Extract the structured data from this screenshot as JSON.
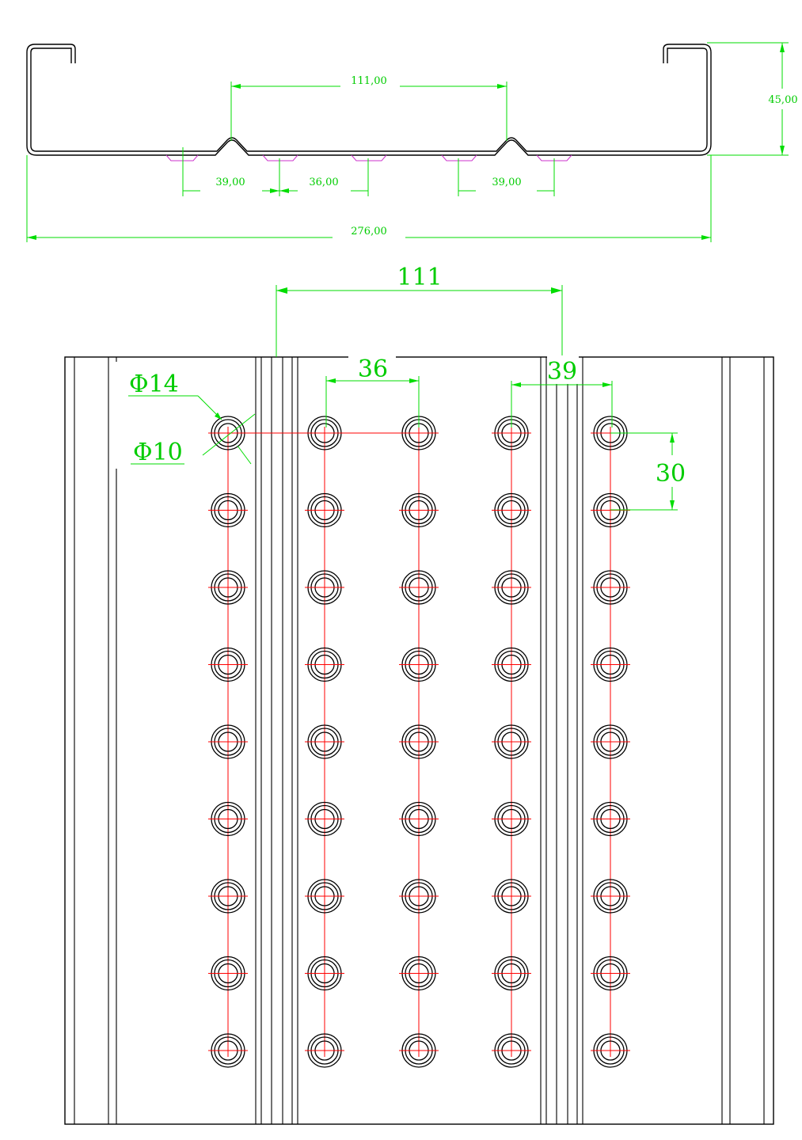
{
  "colors": {
    "background": "#ffffff",
    "profile_line": "#000000",
    "dimension": "#00cc00",
    "center_line": "#ff0000",
    "embossing": "#cc33cc"
  },
  "section_view": {
    "dimensions": {
      "rib_spacing": "111,00",
      "height": "45,00",
      "left_hole_offset": "39,00",
      "hole_pitch": "36,00",
      "right_hole_offset": "39,00",
      "overall_width": "276,00"
    }
  },
  "plan_view": {
    "dimensions": {
      "rib_spacing": "111",
      "hole_pitch": "36",
      "rib_to_hole": "39",
      "row_pitch": "30",
      "outer_diameter": "Φ14",
      "inner_diameter": "Φ10"
    },
    "hole_columns": 5,
    "hole_rows": 9
  }
}
